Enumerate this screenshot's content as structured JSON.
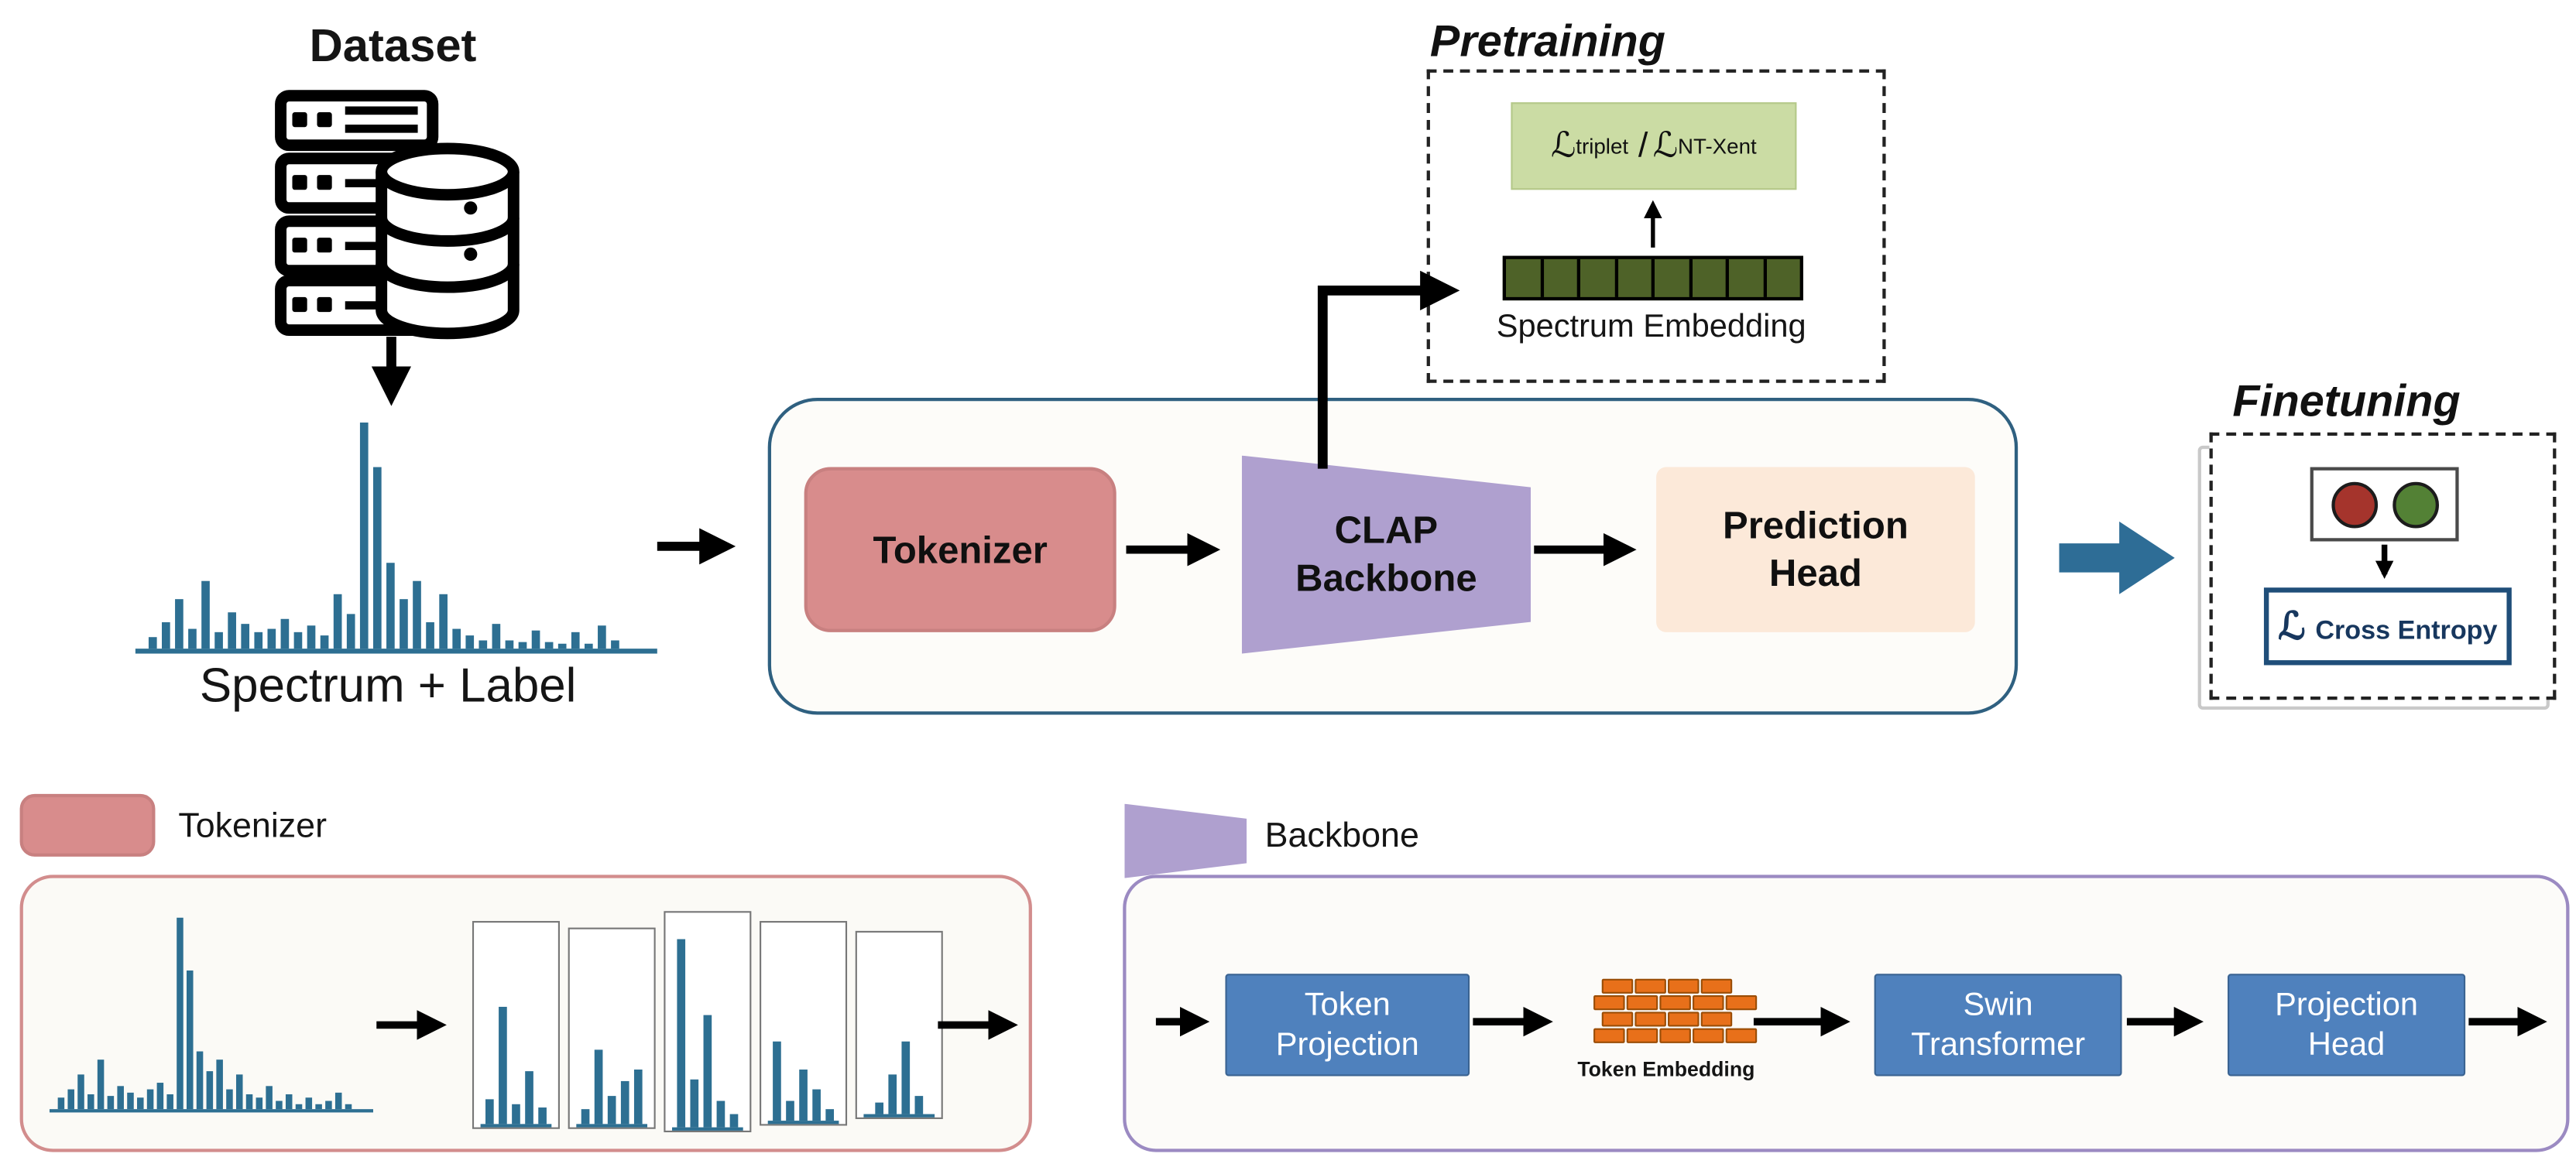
{
  "diagram": {
    "dataset": {
      "label": "Dataset"
    },
    "spectrum": {
      "caption": "Spectrum + Label"
    },
    "pipeline": {
      "tokenizer": "Tokenizer",
      "backbone": "CLAP Backbone",
      "prediction_head": "Prediction Head"
    },
    "pretraining": {
      "title": "Pretraining",
      "loss": {
        "symbol1": "ℒ",
        "sub1": "triplet",
        "separator": "/",
        "symbol2": "ℒ",
        "sub2": "NT-Xent"
      },
      "embedding_label": "Spectrum Embedding",
      "embedding_cells": 8
    },
    "finetuning": {
      "title": "Finetuning",
      "loss_symbol": "ℒ",
      "loss_text": "Cross Entropy"
    },
    "legend": {
      "tokenizer": "Tokenizer",
      "backbone": "Backbone"
    },
    "backbone_detail": {
      "token_projection": "Token Projection",
      "token_embedding_caption": "Token Embedding",
      "swin_transformer": "Swin Transformer",
      "projection_head": "Projection Head",
      "brick_rows": [
        4,
        5,
        4,
        5
      ]
    }
  },
  "spectra": {
    "main": {
      "bars": [
        5,
        12,
        22,
        9,
        30,
        7,
        16,
        11,
        7,
        9,
        13,
        7,
        10,
        6,
        24,
        15,
        100,
        80,
        38,
        22,
        30,
        12,
        24,
        9,
        6,
        4,
        11,
        4,
        3,
        8,
        3,
        2,
        7,
        2,
        10,
        4
      ]
    },
    "tokenizer_detail": {
      "bars": [
        6,
        10,
        18,
        8,
        26,
        7,
        12,
        9,
        6,
        10,
        14,
        8,
        100,
        72,
        30,
        20,
        26,
        10,
        18,
        8,
        6,
        12,
        4,
        8,
        3,
        6,
        3,
        4,
        9,
        3
      ]
    },
    "slices": [
      [
        12,
        58,
        10,
        26,
        8
      ],
      [
        8,
        38,
        14,
        22,
        28
      ],
      [
        88,
        22,
        52,
        12,
        6
      ],
      [
        40,
        10,
        26,
        16,
        6
      ],
      [
        6,
        22,
        40,
        10
      ]
    ]
  },
  "colors": {
    "spectrum_blue": "#2d6f92",
    "tokenizer_pink": "#d88c8c",
    "backbone_purple": "#afa0cf",
    "prediction_peach": "#fce9d9",
    "loss_green": "#cbdca4",
    "embedding_green": "#4e6228",
    "pipeline_border": "#2f6080",
    "flow_blue": "#2e6d96",
    "ce_navy": "#1f4e79",
    "box_blue": "#4f81bd",
    "brick_orange": "#e8701a",
    "panel_pink_border": "#d28d8d",
    "panel_purple_border": "#9b8ac2",
    "red_light": "#a5342c",
    "green_light": "#538135"
  }
}
